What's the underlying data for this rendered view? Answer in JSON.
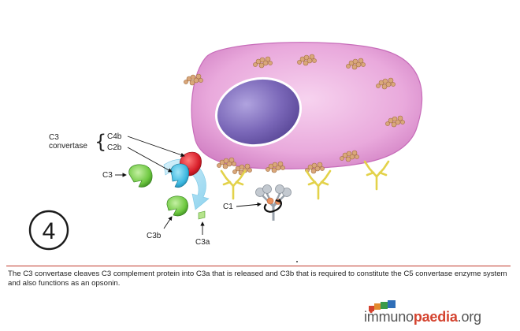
{
  "labels": {
    "c3_convertase_line1": "C3",
    "c3_convertase_line2": "convertase",
    "c4b": "C4b",
    "c2b": "C2b",
    "c3": "C3",
    "c3b": "C3b",
    "c3a": "C3a",
    "c1": "C1"
  },
  "step_number": "4",
  "caption": "The C3 convertase cleaves C3 complement protein into C3a that is released and C3b that is required to constitute the C5 convertase enzyme system and also functions as an opsonin.",
  "logo": {
    "part1": "immuno",
    "part2": "paedia",
    "part3": ".org",
    "icon": "cube-molecule-logo-icon"
  },
  "colors": {
    "cell_membrane": "#e6a2d7",
    "nucleus": "#7a67b8",
    "c4b": "#d81e2a",
    "c2b": "#3db8e0",
    "c3": "#6ec840",
    "antibody": "#e3d24a",
    "antigen": "#d9a77a",
    "c1": "#aab2bc",
    "brand_red": "#d4432f"
  }
}
